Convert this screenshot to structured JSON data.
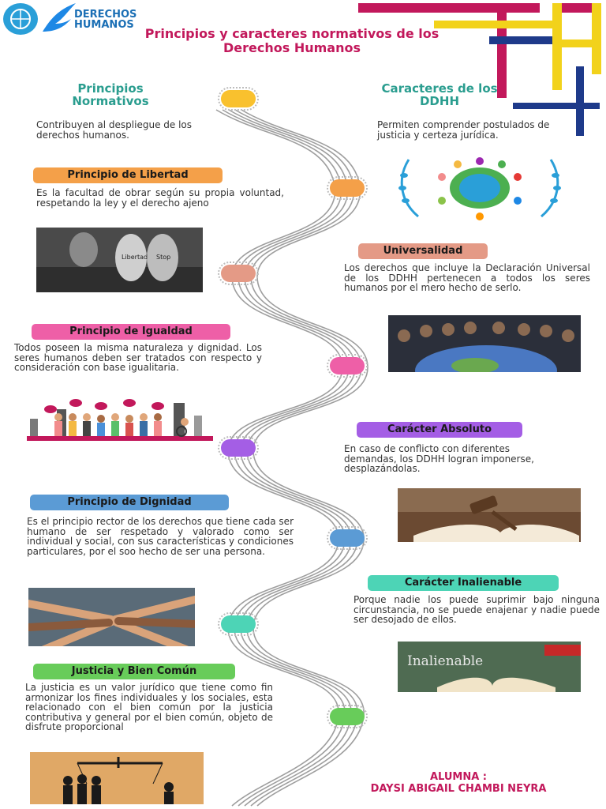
{
  "header": {
    "logo_line1": "DERECHOS",
    "logo_line2": "HUMANOS",
    "title": "Principios y caracteres normativos de los Derechos Humanos"
  },
  "left": {
    "heading": "Principios Normativos",
    "intro": "Contribuyen al despliegue de los derechos humanos.",
    "sections": [
      {
        "label": "Principio de Libertad",
        "text": "Es la facultad de obrar según su propia voluntad, respetando la ley y el derecho ajeno",
        "color": "#f4a049"
      },
      {
        "label": "Principio de Igualdad",
        "text": "Todos poseen la misma naturaleza y dignidad. Los seres humanos deben ser tratados con respecto y consideración con base igualitaria.",
        "color": "#ee5fa7"
      },
      {
        "label": "Principio de Dignidad",
        "text": "Es el principio rector de los derechos que tiene cada ser humano de ser respetado y valorado como ser individual y social, con sus características y condiciones particulares, por el soo hecho de ser una persona.",
        "color": "#5b9bd5"
      },
      {
        "label": "Justicia y Bien Común",
        "text": "La justicia es un valor jurídico que tiene como fin armonizar los fines individuales y los sociales, esta relacionado con el bien común por la justicia contributiva y general por el bien común, objeto de disfrute proporcional",
        "color": "#68cc5a"
      }
    ]
  },
  "right": {
    "heading": "Caracteres de los DDHH",
    "intro": "Permiten comprender postulados de justicia y certeza jurídica.",
    "sections": [
      {
        "label": "Universalidad",
        "text": "Los derechos que incluye la Declaración Universal de los DDHH pertenecen a todos los seres humanos por el mero hecho de serlo.",
        "color": "#e49a86"
      },
      {
        "label": "Carácter Absoluto",
        "text": "En caso de conflicto con diferentes demandas, los DDHH logran imponerse, desplazándolas.",
        "color": "#a45ee5"
      },
      {
        "label": "Carácter Inalienable",
        "text": "Porque nadie los puede suprimir bajo ninguna circunstancia, no se puede enajenar y nadie puede ser desojado de ellos.",
        "color": "#4dd4b6"
      }
    ],
    "book_title": "Inalienable"
  },
  "placard_words": [
    "Libertad",
    "Stop"
  ],
  "student": {
    "label": "ALUMNA :",
    "name": "DAYSI ABIGAIL CHAMBI NEYRA"
  }
}
